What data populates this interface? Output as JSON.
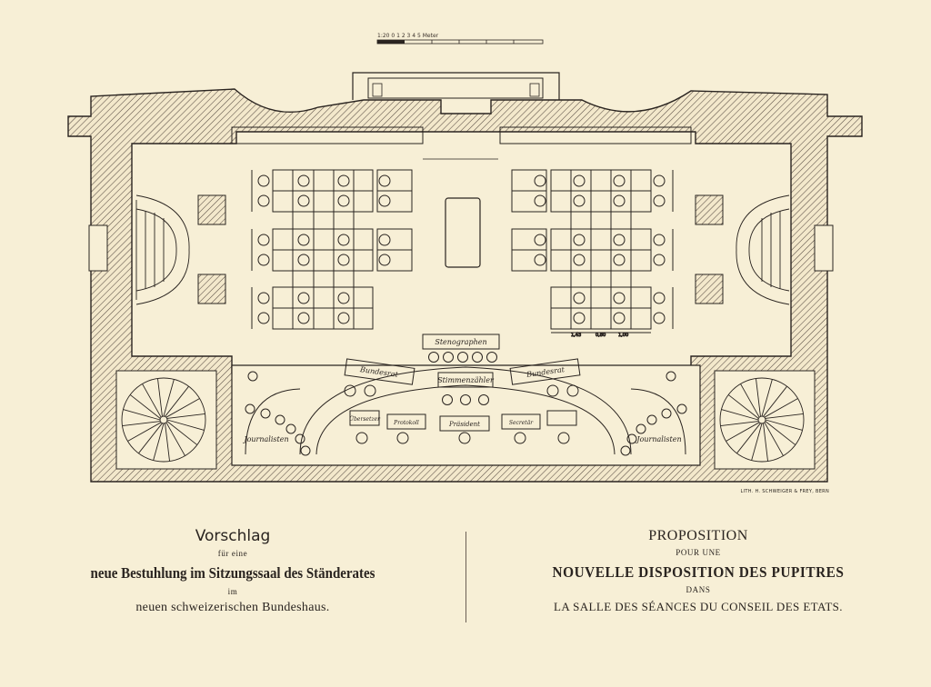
{
  "scale_bar": {
    "label": "1:20  0  1  2  3  4  5 Meter"
  },
  "plan_labels": {
    "stenographer": "Stenographen",
    "bundesrat_left": "Bundesrat",
    "bundesrat_right": "Bundesrat",
    "stimmenzaehler": "Stimmenzähler",
    "uebersetzer": "Übersetzer",
    "protokoll": "Protokoll",
    "praesident": "Präsident",
    "secretaer": "Secretär",
    "journalisten_left": "Journalisten",
    "journalisten_right": "Journalisten",
    "dim_1": "1,43",
    "dim_2": "0,80",
    "dim_3": "1,00"
  },
  "lithographer": "LITH. H. SCHWEIGER & FREY, BERN",
  "caption_de": {
    "title": "Vorschlag",
    "line1": "für eine",
    "main": "neue Bestuhlung im Sitzungssaal des Ständerates",
    "line2": "im",
    "footer": "neuen schweizerischen Bundeshaus."
  },
  "caption_fr": {
    "title": "PROPOSITION",
    "line1": "POUR UNE",
    "main": "NOUVELLE DISPOSITION DES PUPITRES",
    "line2": "DANS",
    "footer": "LA SALLE DES SÉANCES DU CONSEIL DES ETATS."
  },
  "colors": {
    "paper": "#f7efd6",
    "ink": "#2a2420",
    "hatch": "#5a4e45"
  },
  "icons": [
    "spiral-stair-icon",
    "seat-icon",
    "desk-icon"
  ]
}
